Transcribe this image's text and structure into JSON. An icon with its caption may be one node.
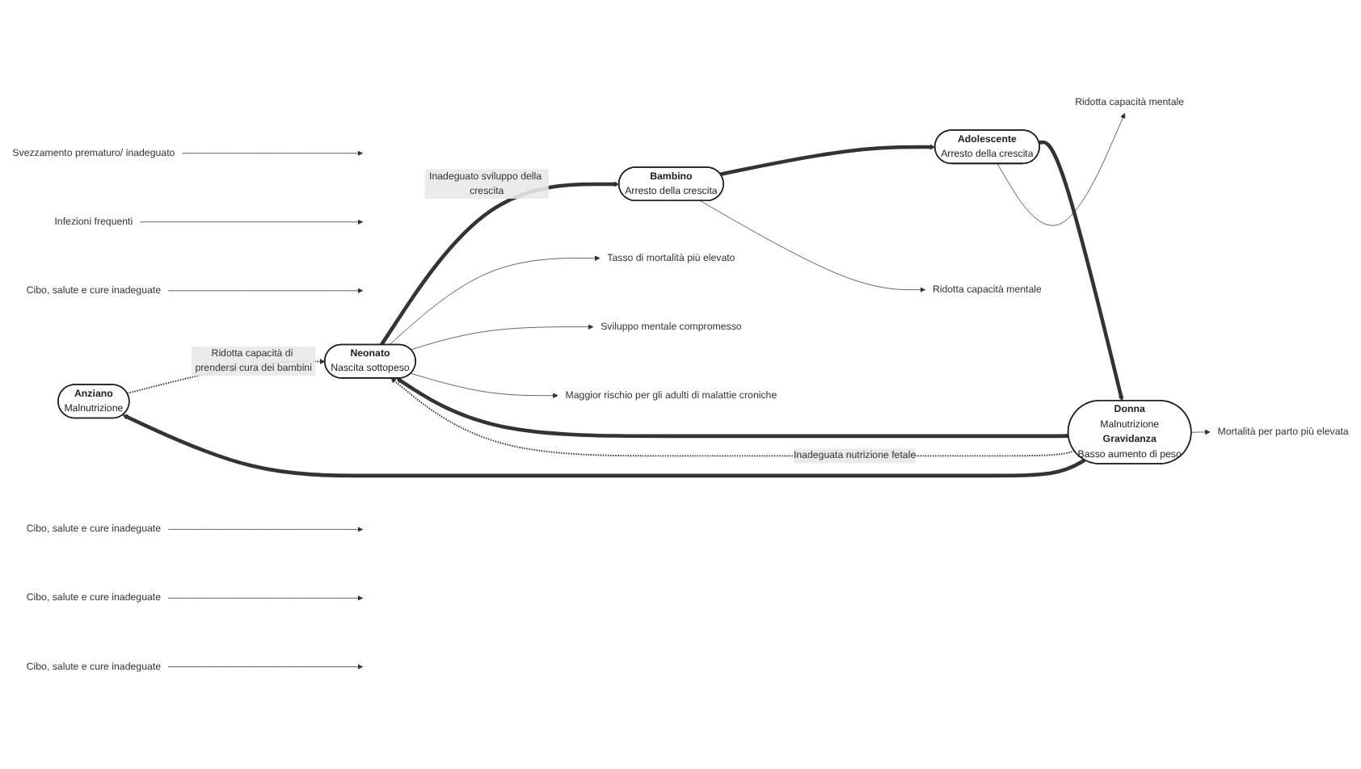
{
  "diagram": {
    "nodes": [
      {
        "text": [
          "Anziano",
          "Malnutrizione"
        ]
      },
      {
        "text": [
          "Neonato",
          "Nascita sottopeso"
        ]
      },
      {
        "text": [
          "Bambino",
          "Arresto della crescita"
        ]
      },
      {
        "text": [
          "Adolescente",
          "Arresto della crescita"
        ]
      },
      {
        "text": [
          "Donna",
          "Malnutrizione",
          "Gravidanza",
          "Basso aumento di peso"
        ]
      },
      {
        "text": [
          "Tasso di mortalità più elevato"
        ]
      },
      {
        "text": [
          "Sviluppo mentale compromesso"
        ]
      },
      {
        "text": [
          "Maggior rischio per gli adulti di malattie croniche"
        ]
      },
      {
        "text": [
          "Svezzamento prematuro/ inadeguato"
        ]
      },
      {
        "text": [
          "Infezioni frequenti"
        ]
      },
      {
        "text": [
          "Cibo, salute e cure inadeguate"
        ]
      },
      {
        "text": [
          "Ridotta capacità mentale"
        ]
      },
      {
        "text": [
          "Cibo, salute e cure inadeguate"
        ]
      },
      {
        "text": [
          "Ridotta capacità mentale"
        ]
      },
      {
        "text": [
          "Cibo, salute e cure inadeguate"
        ]
      },
      {
        "text": [
          "Mortalità per parto più elevata"
        ]
      },
      {
        "text": [
          "Cibo, salute e cure inadeguate"
        ]
      }
    ],
    "edges": [
      {
        "from": 1,
        "to": 2,
        "arrow": "to",
        "label": "Inadeguato sviluppo della crescita",
        "style": "thick"
      },
      {
        "from": 2,
        "to": 3,
        "arrow": "to",
        "style": "thick"
      },
      {
        "from": 3,
        "to": 4,
        "arrow": "to",
        "style": "thick"
      },
      {
        "from": 4,
        "to": 1,
        "arrow": "to",
        "style": "thick"
      },
      {
        "from": 4,
        "to": 0,
        "arrow": "to",
        "style": "thick"
      },
      {
        "from": 0,
        "to": 1,
        "arrow": "to",
        "label": "Ridotta capacità di prendersi cura dei bambini",
        "style": "dashed"
      },
      {
        "from": 4,
        "to": 1,
        "arrow": "to",
        "label": "Inadeguata nutrizione fetale",
        "style": "dashed"
      },
      {
        "from": 1,
        "to": 5,
        "arrow": "to"
      },
      {
        "from": 1,
        "to": 6,
        "arrow": "to"
      },
      {
        "from": 1,
        "to": 7,
        "arrow": "to"
      },
      {
        "from": 8,
        "to": null,
        "arrow": "to"
      },
      {
        "from": 9,
        "to": null,
        "arrow": "to"
      },
      {
        "from": 10,
        "to": null,
        "arrow": "to"
      },
      {
        "from": 2,
        "to": 11,
        "arrow": "to"
      },
      {
        "from": 12,
        "to": null,
        "arrow": "to"
      },
      {
        "from": 3,
        "to": 13,
        "arrow": "to"
      },
      {
        "from": 14,
        "to": null,
        "arrow": "to"
      },
      {
        "from": 4,
        "to": 15,
        "arrow": "to"
      },
      {
        "from": 16,
        "to": null,
        "arrow": "to"
      }
    ]
  }
}
